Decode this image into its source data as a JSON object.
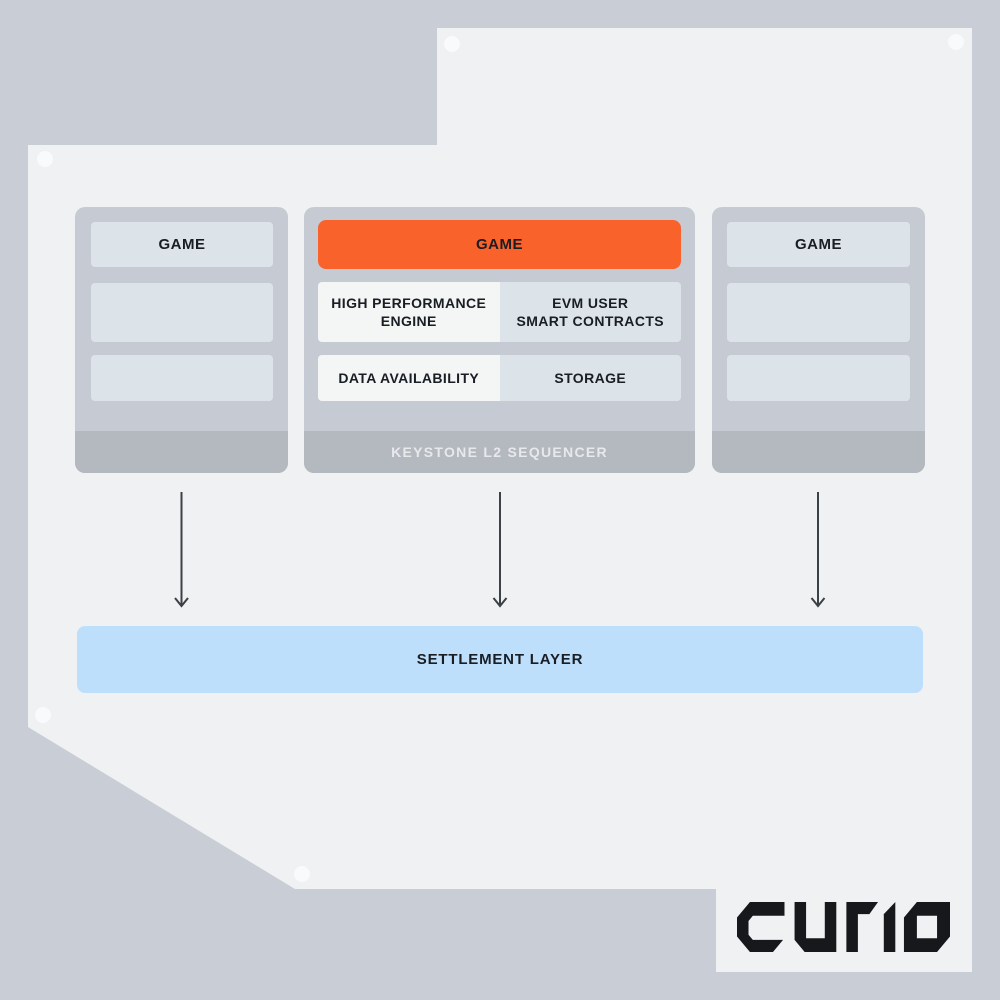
{
  "diagram": {
    "panels": {
      "left": {
        "game": "GAME"
      },
      "center": {
        "game": "GAME",
        "engine_line1": "HIGH PERFORMANCE",
        "engine_line2": "ENGINE",
        "evm_line1": "EVM USER",
        "evm_line2": "SMART CONTRACTS",
        "data_availability": "DATA AVAILABILITY",
        "storage": "STORAGE",
        "sequencer": "KEYSTONE L2 SEQUENCER"
      },
      "right": {
        "game": "GAME"
      }
    },
    "settlement_layer": "SETTLEMENT LAYER"
  },
  "brand": {
    "wordmark": "curio"
  },
  "colors": {
    "page_background": "#c9ced6",
    "paper": "#f0f1f2",
    "panel": "#c6cbd3",
    "cell_light": "#dce3e9",
    "cell_white": "#f4f5f5",
    "footer_strip": "#b4b8bf",
    "accent_orange": "#f9622a",
    "settlement_blue": "#bedffc",
    "text_dark": "#191d24",
    "text_light": "#e7e9ec",
    "arrow": "#3c4047",
    "logo_black": "#17181b",
    "corner_dot": "#f8fafb"
  }
}
